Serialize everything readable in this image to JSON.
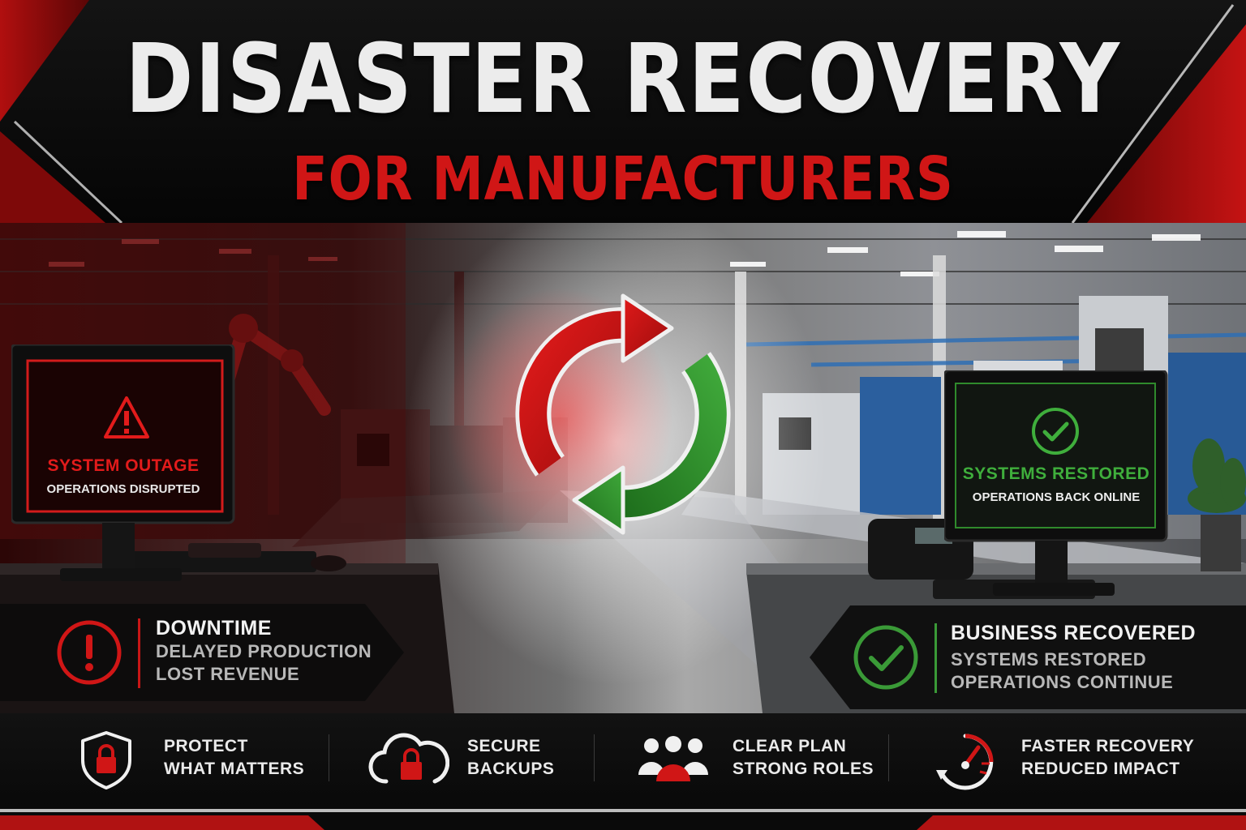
{
  "header": {
    "title": "DISASTER RECOVERY",
    "subtitle": "FOR MANUFACTURERS"
  },
  "colors": {
    "red": "#d01616",
    "green": "#3a9a37",
    "text_light": "#ececec",
    "background": "#0a0a0a"
  },
  "left_monitor": {
    "icon": "warning-triangle-icon",
    "title": "SYSTEM OUTAGE",
    "subtitle": "OPERATIONS DISRUPTED"
  },
  "right_monitor": {
    "icon": "check-circle-icon",
    "title": "SYSTEMS RESTORED",
    "subtitle": "OPERATIONS BACK ONLINE"
  },
  "center_icon": "sync-arrows-icon",
  "downtime_panel": {
    "icon": "exclamation-circle-icon",
    "title": "DOWNTIME",
    "lines": [
      "DELAYED PRODUCTION",
      "LOST REVENUE"
    ]
  },
  "recovered_panel": {
    "icon": "check-circle-icon",
    "title": "BUSINESS RECOVERED",
    "lines": [
      "SYSTEMS RESTORED",
      "OPERATIONS CONTINUE"
    ]
  },
  "features": [
    {
      "icon": "shield-lock-icon",
      "lines": [
        "PROTECT",
        "WHAT MATTERS"
      ]
    },
    {
      "icon": "cloud-lock-icon",
      "lines": [
        "SECURE",
        "BACKUPS"
      ]
    },
    {
      "icon": "team-icon",
      "lines": [
        "CLEAR PLAN",
        "STRONG ROLES"
      ]
    },
    {
      "icon": "stopwatch-icon",
      "lines": [
        "FASTER RECOVERY",
        "REDUCED IMPACT"
      ]
    }
  ]
}
